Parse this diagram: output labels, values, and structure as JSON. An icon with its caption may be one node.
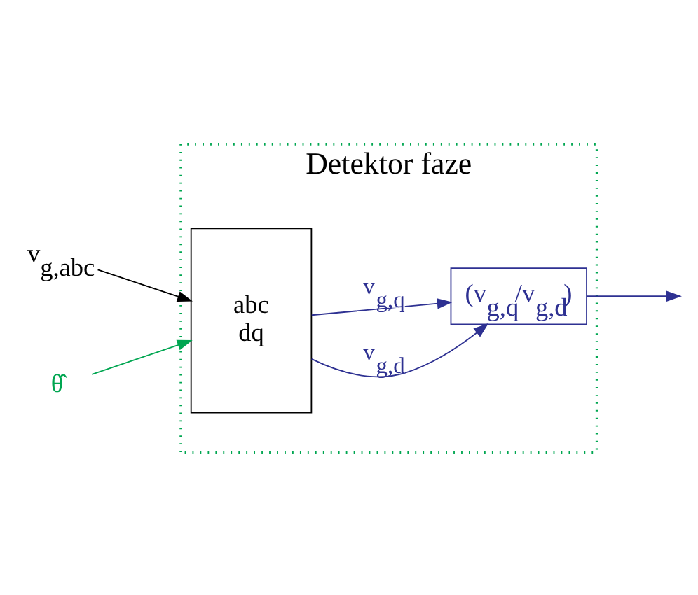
{
  "diagram": {
    "nodes": [
      {
        "text": [
          "Detektor faze"
        ]
      },
      {
        "text": [
          "abc",
          "dq"
        ],
        "in": 0
      },
      {
        "text": [
          "(v$_{g,q}$/v$_{g,d}$)"
        ],
        "in": 0
      },
      {
        "text": [
          "v$_{g,abc}$"
        ]
      },
      {
        "text": [
          "θ̂"
        ]
      }
    ],
    "edges": [
      {
        "from": 3,
        "to": 1,
        "arrow": "to",
        "color": "#000000"
      },
      {
        "from": 4,
        "to": 1,
        "arrow": "to",
        "color": "#00a651"
      },
      {
        "from": 1,
        "to": 2,
        "arrow": "to",
        "label": "v$_{g,d}$"
      },
      {
        "from": 1,
        "to": 2,
        "arrow": "to",
        "label": "v$_{g,q}$"
      },
      {
        "from": 2,
        "to": null,
        "arrow": "to"
      }
    ]
  }
}
